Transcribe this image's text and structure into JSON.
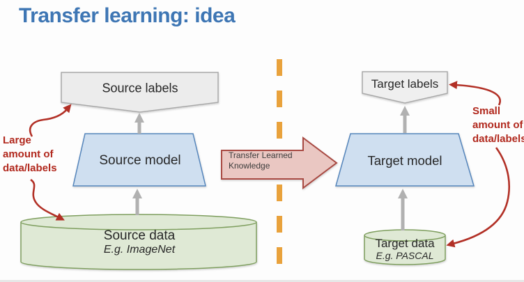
{
  "title": "Transfer learning: idea",
  "left_pipeline": {
    "labels_box": "Source labels",
    "model_box": "Source model",
    "data_box": "Source data",
    "data_example": "E.g. ImageNet",
    "annotation": "Large\namount of\ndata/labels"
  },
  "center": {
    "transfer_label": "Transfer Learned\nKnowledge"
  },
  "right_pipeline": {
    "labels_box": "Target labels",
    "model_box": "Target model",
    "data_box": "Target data",
    "data_example": "E.g. PASCAL",
    "annotation": "Small\namount of\ndata/labels"
  },
  "icons": {
    "divider": "orange-dashed-divider",
    "transfer": "right-block-arrow-icon",
    "flow": "up-arrow-icon",
    "annotation_arrows": "curved-red-arrow-icon"
  },
  "colors": {
    "title_blue": "#3e76b4",
    "annotation_red": "#b1281d",
    "arrow_red": "#b23026",
    "divider_orange": "#e9a23c",
    "model_fill": "#cfdff0",
    "model_stroke": "#5585bb",
    "data_fill": "#dfe9d5",
    "data_stroke": "#7e9e5e",
    "labels_fill": "#ececec",
    "labels_stroke": "#a8a8a8",
    "transfer_fill": "#eac7c2",
    "transfer_stroke": "#a84a42",
    "gray_arrow": "#b1b1b1"
  }
}
